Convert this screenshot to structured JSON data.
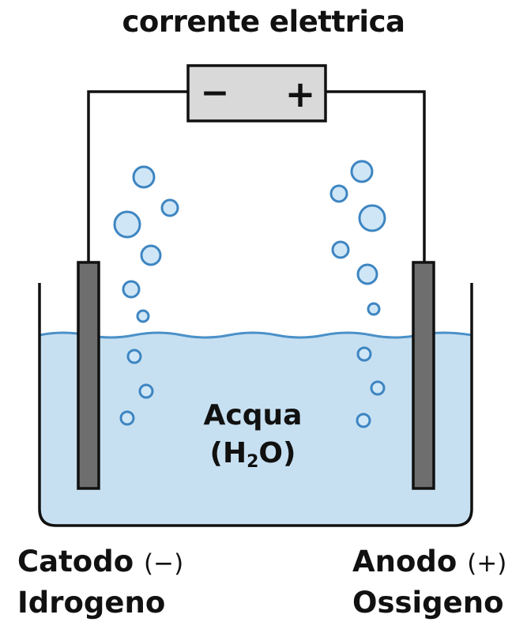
{
  "title": "corrente elettrica",
  "battery": {
    "negative_symbol": "−",
    "positive_symbol": "+"
  },
  "water": {
    "name": "Acqua",
    "formula_open": "(H",
    "formula_subscript": "2",
    "formula_close": "O)"
  },
  "cathode": {
    "name": "Catodo",
    "sign": "(−)",
    "gas": "Idrogeno"
  },
  "anode": {
    "name": "Anodo",
    "sign": "(+)",
    "gas": "Ossigeno"
  },
  "colors": {
    "water": "#c7e0f1",
    "water_surface": "#4a90c8",
    "bubble_fill": "#cfe6f6",
    "bubble_stroke": "#3d85c2",
    "electrode": "#6e6e6e",
    "battery_fill": "#d9d9d9",
    "outline": "#111111"
  }
}
